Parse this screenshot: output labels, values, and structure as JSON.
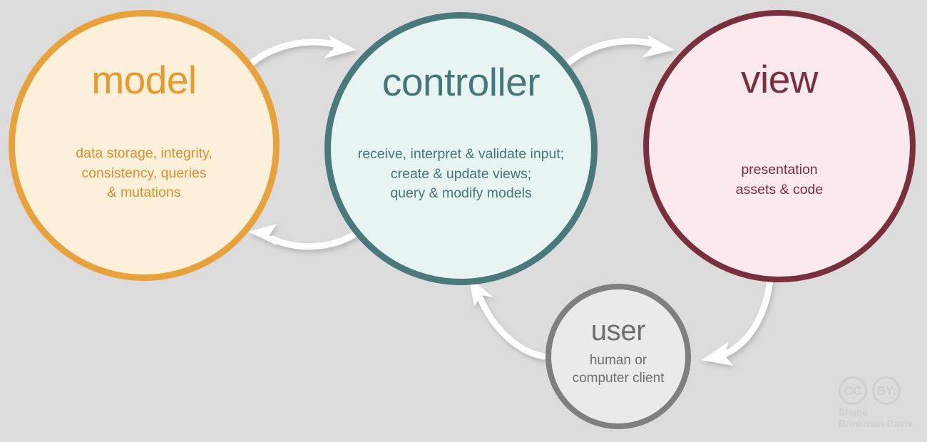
{
  "diagram": {
    "title": "MVC architecture diagram",
    "background_color": "#dcdcdc",
    "nodes": [
      {
        "id": "model",
        "title": "model",
        "description": "data storage, integrity,\nconsistency, queries\n& mutations",
        "border_color": "#e8a23c",
        "fill_color": "#fdf0da",
        "text_color": "#d98f2e"
      },
      {
        "id": "controller",
        "title": "controller",
        "description": "receive, interpret & validate input;\ncreate & update views;\nquery & modify models",
        "border_color": "#4a797c",
        "fill_color": "#e8f4f2",
        "text_color": "#45757a"
      },
      {
        "id": "view",
        "title": "view",
        "description": "presentation\nassets & code",
        "border_color": "#7a2f3d",
        "fill_color": "#fbe9ed",
        "text_color": "#7a2f3d"
      },
      {
        "id": "user",
        "title": "user",
        "description": "human or\ncomputer client",
        "border_color": "#7f7f7f",
        "fill_color": "#eaeaea",
        "text_color": "#6e6e6e"
      }
    ],
    "arrows": [
      {
        "id": "model-to-controller",
        "from": "model",
        "to": "controller",
        "color": "#ffffff"
      },
      {
        "id": "controller-to-model",
        "from": "controller",
        "to": "model",
        "color": "#ffffff"
      },
      {
        "id": "controller-to-view",
        "from": "controller",
        "to": "view",
        "color": "#ffffff"
      },
      {
        "id": "view-to-user",
        "from": "view",
        "to": "user",
        "color": "#ffffff"
      },
      {
        "id": "user-to-controller",
        "from": "user",
        "to": "controller",
        "color": "#ffffff"
      }
    ]
  },
  "license": {
    "cc_label": "CC",
    "by_label": "BY:",
    "author": "Shane\nBrinkman-Davis",
    "color": "#cfcfcf"
  }
}
